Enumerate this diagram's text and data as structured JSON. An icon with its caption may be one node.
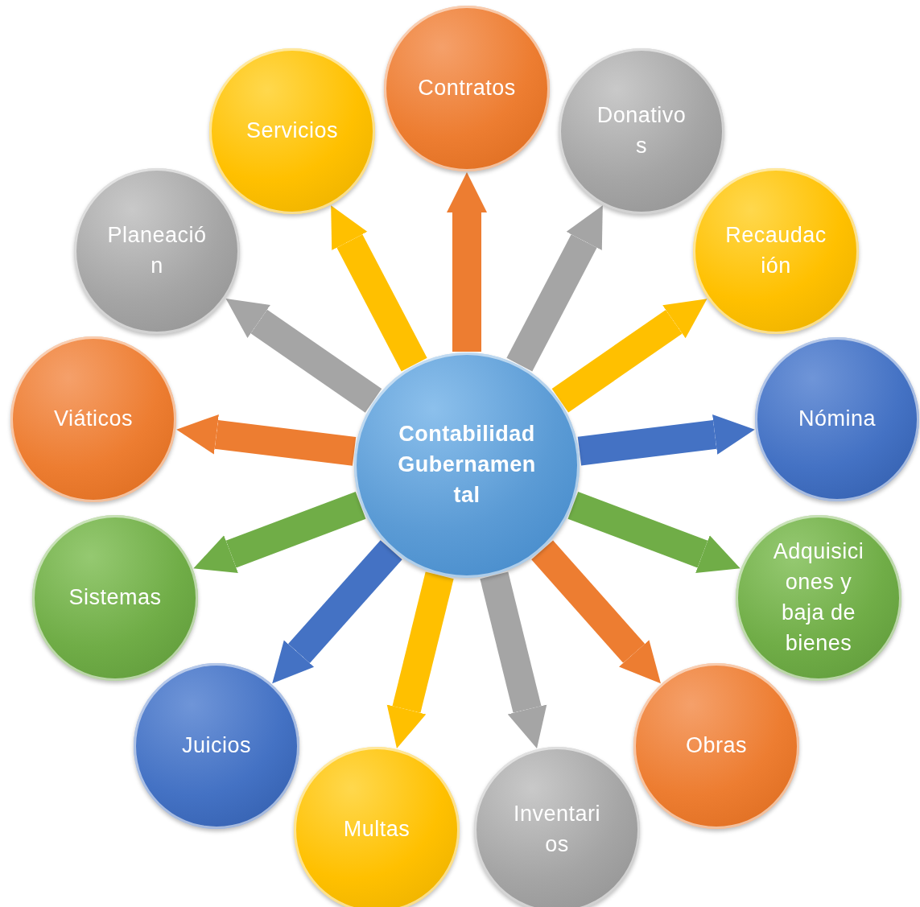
{
  "diagram": {
    "nodes": [
      {
        "text": [
          "Contabilidad Gubernamen tal"
        ]
      },
      {
        "text": [
          "Contratos"
        ]
      },
      {
        "text": [
          "Donativo s"
        ]
      },
      {
        "text": [
          "Recaudac ión"
        ]
      },
      {
        "text": [
          "Nómina"
        ]
      },
      {
        "text": [
          "Adquisici ones y baja de bienes"
        ]
      },
      {
        "text": [
          "Obras"
        ]
      },
      {
        "text": [
          "Inventari os"
        ]
      },
      {
        "text": [
          "Multas"
        ]
      },
      {
        "text": [
          "Juicios"
        ]
      },
      {
        "text": [
          "Sistemas"
        ]
      },
      {
        "text": [
          "Viáticos"
        ]
      },
      {
        "text": [
          "Planeació n"
        ]
      },
      {
        "text": [
          "Servicios"
        ]
      }
    ],
    "edges": [
      {
        "from": 0,
        "to": 1,
        "arrow": "to",
        "color": "#ed7d31"
      },
      {
        "from": 0,
        "to": 2,
        "arrow": "to",
        "color": "#a5a5a5"
      },
      {
        "from": 0,
        "to": 3,
        "arrow": "to",
        "color": "#ffc000"
      },
      {
        "from": 0,
        "to": 4,
        "arrow": "to",
        "color": "#4472c4"
      },
      {
        "from": 0,
        "to": 5,
        "arrow": "to",
        "color": "#70ad47"
      },
      {
        "from": 0,
        "to": 6,
        "arrow": "to",
        "color": "#ed7d31"
      },
      {
        "from": 0,
        "to": 7,
        "arrow": "to",
        "color": "#a5a5a5"
      },
      {
        "from": 0,
        "to": 8,
        "arrow": "to",
        "color": "#ffc000"
      },
      {
        "from": 0,
        "to": 9,
        "arrow": "to",
        "color": "#4472c4"
      },
      {
        "from": 0,
        "to": 10,
        "arrow": "to",
        "color": "#70ad47"
      },
      {
        "from": 0,
        "to": 11,
        "arrow": "to",
        "color": "#ed7d31"
      },
      {
        "from": 0,
        "to": 12,
        "arrow": "to",
        "color": "#a5a5a5"
      },
      {
        "from": 0,
        "to": 13,
        "arrow": "to",
        "color": "#ffc000"
      }
    ]
  }
}
